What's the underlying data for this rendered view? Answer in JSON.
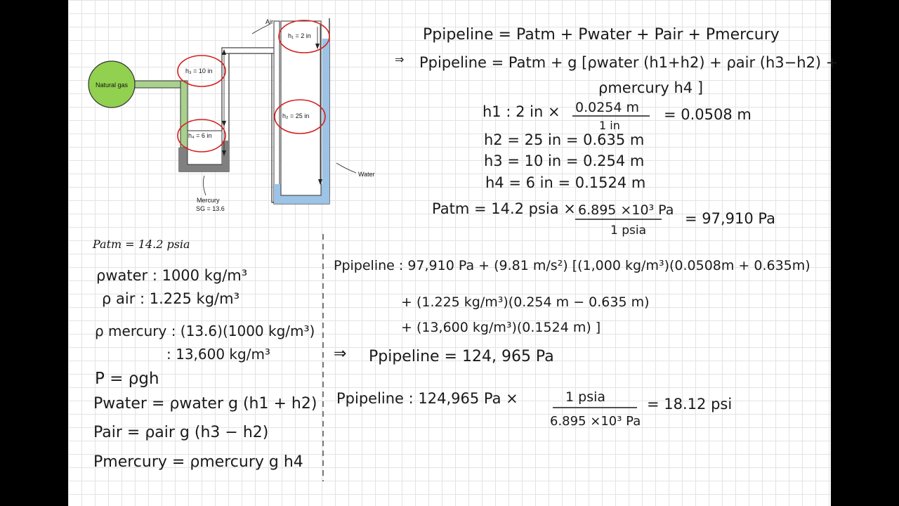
{
  "diagram": {
    "natural_gas": "Natural gas",
    "air": "Air",
    "water": "Water",
    "mercury": "Mercury",
    "mercury_sg": "SG = 13.6",
    "h1": "h₁ = 2 in",
    "h2": "h₂ = 25 in",
    "h3": "h₃ = 10 in",
    "h4": "h₄ = 6 in"
  },
  "right_top": {
    "eq1": "Ppipeline = Patm + Pwater + Pair + Pmercury",
    "arrow": "⇒",
    "eq2a": "Ppipeline = Patm + g [ρwater (h1+h2) + ρair (h3−h2) +",
    "eq2b": "ρmercury h4 ]",
    "h1_lhs": "h1 : 2 in ×",
    "h1_num": "0.0254 m",
    "h1_den": "1 in",
    "h1_rhs": "= 0.0508 m",
    "h2": "h2 = 25 in = 0.635 m",
    "h3": "h3 = 10 in = 0.254 m",
    "h4": "h4 = 6 in = 0.1524 m",
    "patm_lhs": "Patm = 14.2 psia ×",
    "patm_num": "6.895 ×10³ Pa",
    "patm_den": "1 psia",
    "patm_rhs": "= 97,910 Pa"
  },
  "left_bottom": {
    "patm": "Patm = 14.2 psia",
    "rho_water": "ρwater : 1000 kg/m³",
    "rho_air": "ρ air : 1.225 kg/m³",
    "rho_merc1": "ρ mercury : (13.6)(1000 kg/m³)",
    "rho_merc2": ": 13,600 kg/m³",
    "p_rgh": "P = ρgh",
    "p_water": "Pwater = ρwater g (h1 + h2)",
    "p_air": "Pair = ρair g (h3 − h2)",
    "p_merc": "Pmercury = ρmercury g h4"
  },
  "right_bottom": {
    "l1": "Ppipeline : 97,910 Pa + (9.81 m/s²) [(1,000 kg/m³)(0.0508m + 0.635m)",
    "l2": "+ (1.225 kg/m³)(0.254 m − 0.635 m)",
    "l3": "+ (13,600 kg/m³)(0.1524 m) ]",
    "l4_arrow": "⇒",
    "l4": "Ppipeline = 124, 965 Pa",
    "l5_lhs": "Ppipeline : 124,965 Pa ×",
    "l5_num": "1 psia",
    "l5_den": "6.895 ×10³ Pa",
    "l5_rhs": "= 18.12 psi"
  }
}
